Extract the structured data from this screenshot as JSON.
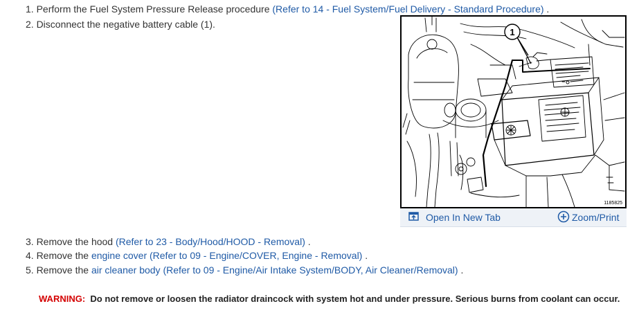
{
  "steps_top": [
    {
      "prefix": "1. Perform the Fuel System Pressure Release procedure ",
      "link": "(Refer to 14 - Fuel System/Fuel Delivery - Standard Procedure)",
      "suffix": " ."
    },
    {
      "prefix": "2. Disconnect the negative battery cable (1)."
    }
  ],
  "figure": {
    "callout_number": "1",
    "figure_id": "1185825",
    "open_tab_label": "Open In New Tab",
    "zoom_label": "Zoom/Print",
    "icons": [
      "open-in-new-tab-icon",
      "zoom-plus-icon"
    ]
  },
  "steps_bottom": [
    {
      "prefix": "3. Remove the hood ",
      "link": "(Refer to 23 - Body/Hood/HOOD - Removal)",
      "suffix": " ."
    },
    {
      "prefix": "4. Remove the ",
      "link": "engine cover (Refer to 09 - Engine/COVER, Engine - Removal)",
      "suffix": " ."
    },
    {
      "prefix": "5. Remove the ",
      "link": "air cleaner body (Refer to 09 - Engine/Air Intake System/BODY, Air Cleaner/Removal)",
      "suffix": " ."
    }
  ],
  "warning": {
    "label": "WARNING:",
    "text": "Do not remove or loosen the radiator draincock with system hot and under pressure. Serious burns from coolant can occur."
  },
  "colors": {
    "link": "#1f5aa6",
    "warning_label": "#d40000",
    "body_text": "#333333",
    "toolbar_bg": "#eef2f7"
  }
}
